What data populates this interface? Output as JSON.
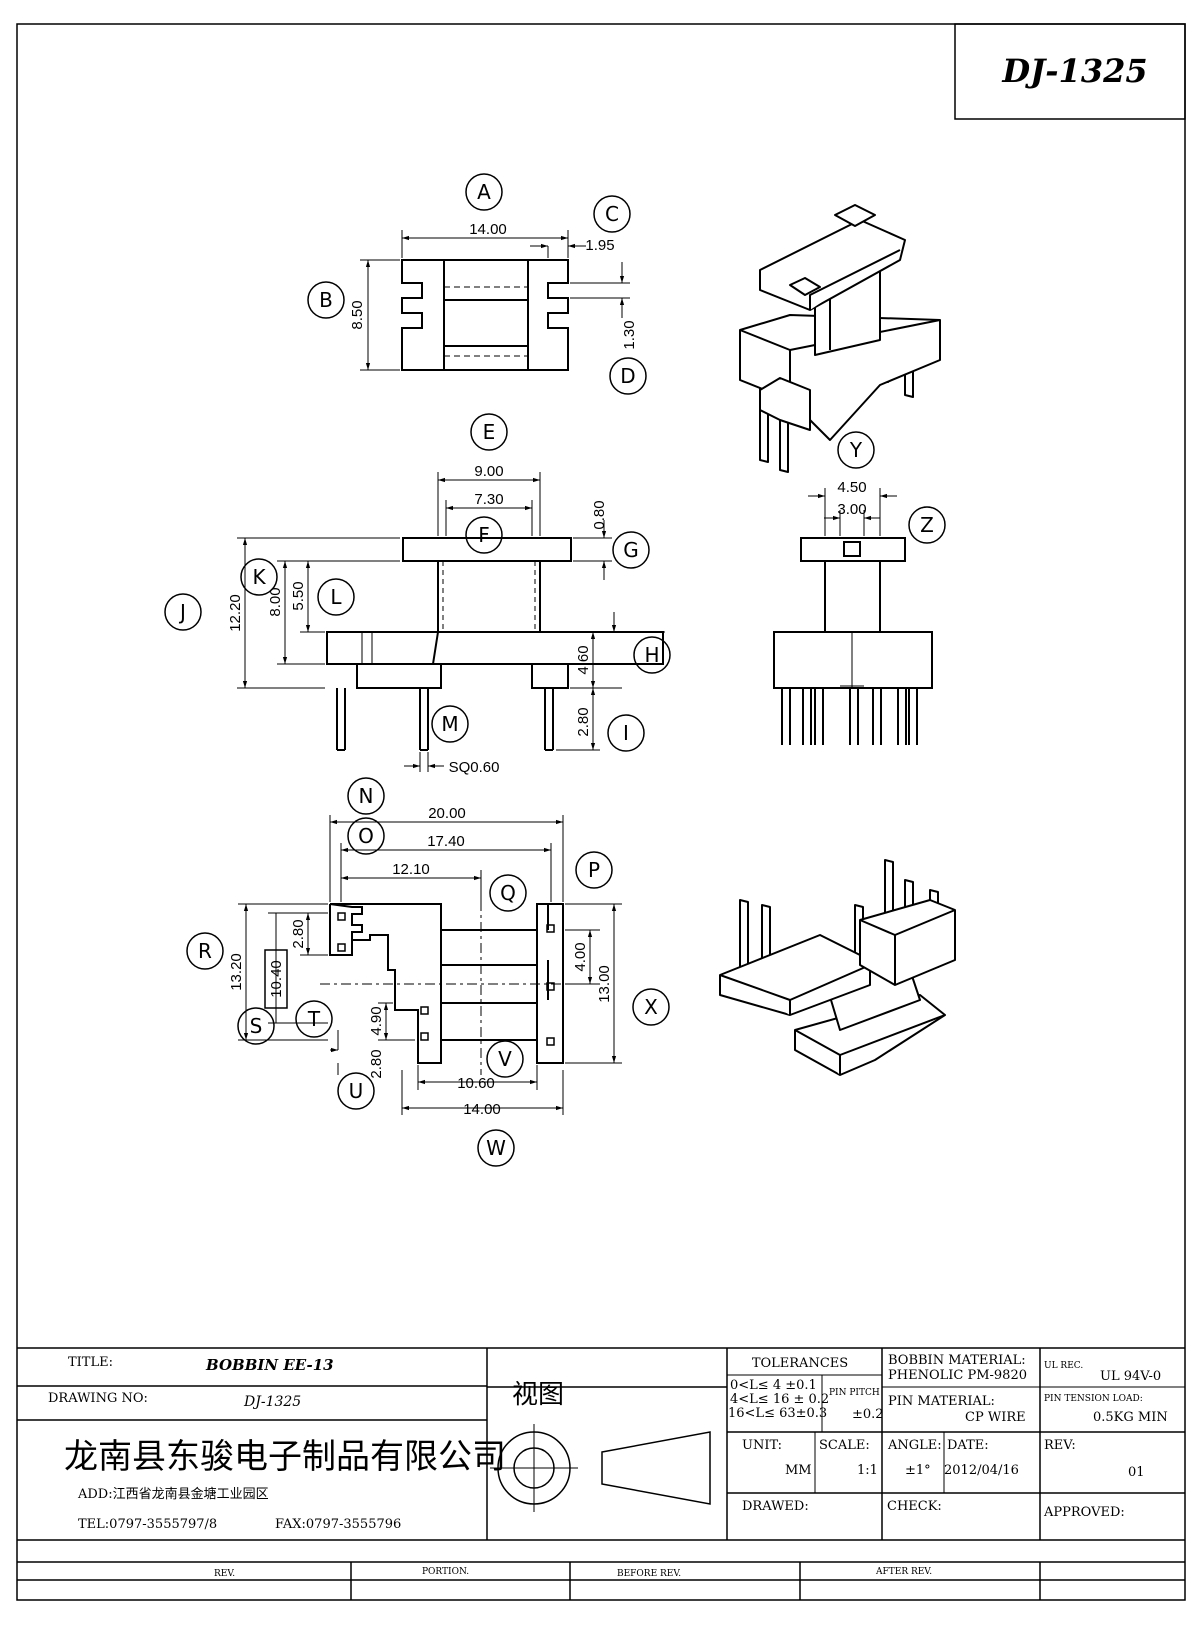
{
  "drawing_id": "DJ-1325",
  "letters": [
    "A",
    "B",
    "C",
    "D",
    "E",
    "F",
    "G",
    "H",
    "I",
    "J",
    "K",
    "L",
    "M",
    "N",
    "O",
    "P",
    "Q",
    "R",
    "S",
    "T",
    "U",
    "V",
    "W",
    "X",
    "Y",
    "Z"
  ],
  "dims": {
    "a": "14.00",
    "b": "8.50",
    "c": "1.95",
    "d": "1.30",
    "e": "9.00",
    "f": "7.30",
    "g": "0.80",
    "h": "4.60",
    "i": "2.80",
    "j": "12.20",
    "k": "8.00",
    "l": "5.50",
    "m": "SQ0.60",
    "n": "20.00",
    "o": "17.40",
    "p": "4.00",
    "q": "12.10",
    "r": "13.20",
    "s": "10.40",
    "t": "2.80",
    "t2": "4.90",
    "u": "2.80",
    "v": "10.60",
    "w": "14.00",
    "x": "13.00",
    "z1": "4.50",
    "z2": "3.00"
  },
  "title_block": {
    "title_label": "TITLE:",
    "title_value": "BOBBIN   EE-13",
    "drawing_no_label": "DRAWING NO:",
    "drawing_no_value": "DJ-1325",
    "company": "龙南县东骏电子制品有限公司",
    "address": "ADD:江西省龙南县金塘工业园区",
    "tel": "TEL:0797-3555797/8",
    "fax": "FAX:0797-3555796",
    "view_label": "视图",
    "tolerances_label": "TOLERANCES",
    "tol_rows": [
      "0<L≤ 4  ±0.1",
      "4<L≤ 16 ± 0.2",
      "16<L≤ 63±0.3"
    ],
    "pin_pitch_label": "PIN PITCH",
    "pin_pitch_value": "±0.2",
    "unit_label": "UNIT:",
    "unit_value": "MM",
    "scale_label": "SCALE:",
    "scale_value": "1:1",
    "angle_label": "ANGLE:",
    "angle_value": "±1°",
    "date_label": "DATE:",
    "date_value": "2012/04/16",
    "bobbin_material_label": "BOBBIN MATERIAL:",
    "bobbin_material_value": "PHENOLIC  PM-9820",
    "pin_material_label": "PIN MATERIAL:",
    "pin_material_value": "CP WIRE",
    "ul_rec_label": "UL REC.",
    "ul_rec_value": "UL  94V-0",
    "pin_tension_label": "PIN TENSION LOAD:",
    "pin_tension_value": "0.5KG MIN",
    "rev_label": "REV:",
    "rev_value": "01",
    "drawed_label": "DRAWED:",
    "check_label": "CHECK:",
    "approved_label": "APPROVED:",
    "footer": [
      "REV.",
      "PORTION.",
      "BEFORE REV.",
      "AFTER REV."
    ]
  }
}
